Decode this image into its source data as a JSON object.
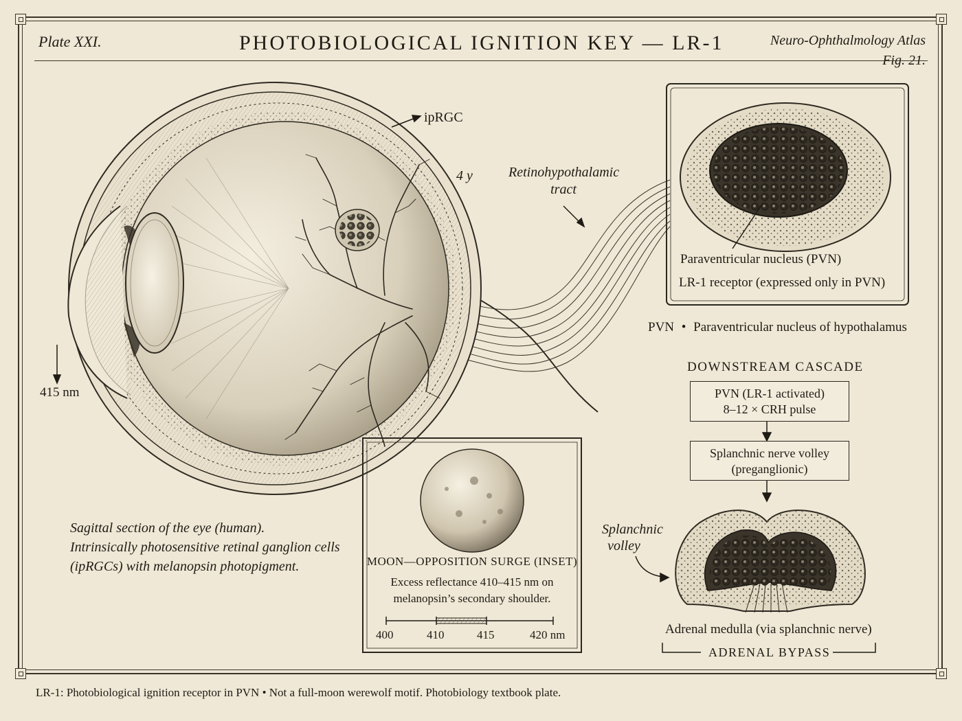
{
  "header": {
    "plate_label": "Plate XXI.",
    "title": "PHOTOBIOLOGICAL IGNITION KEY — LR-1",
    "atlas": "Neuro-Ophthalmology Atlas",
    "figure": "Fig. 21."
  },
  "eye": {
    "label_iprgc": "ipRGC",
    "label_symbol": "4 y",
    "label_tract": "Retinohypothalamic tract",
    "label_tract_line1": "Retinohypothalamic",
    "label_tract_line2": "tract",
    "label_wavelength": "415 nm",
    "caption_line1": "Sagittal section of the eye (human).",
    "caption_line2": "Intrinsically photosensitive retinal ganglion cells",
    "caption_line3": "(ipRGCs) with melanopsin photopigment."
  },
  "pvn_inset": {
    "label_nucleus": "Paraventricular nucleus (PVN)",
    "label_receptor": "LR-1 receptor (expressed only in PVN)",
    "legend_abbr": "PVN",
    "legend_bullet": "•",
    "legend_text": "Paraventricular nucleus of hypothalamus"
  },
  "cascade": {
    "heading": "DOWNSTREAM CASCADE",
    "box1_line1": "PVN (LR-1 activated)",
    "box1_line2": "8–12 × CRH pulse",
    "box2_line1": "Splanchnic nerve volley",
    "box2_line2": "(preganglionic)",
    "volley_line1": "Splanchnic",
    "volley_line2": "volley",
    "adrenal_label": "Adrenal medulla (via splanchnic nerve)",
    "bypass_label": "ADRENAL BYPASS"
  },
  "moon_inset": {
    "title": "MOON—OPPOSITION SURGE (INSET)",
    "text_line1": "Excess reflectance 410–415 nm on",
    "text_line2": "melanopsin’s secondary shoulder.",
    "scale_ticks": [
      "400",
      "410",
      "415",
      "420 nm"
    ]
  },
  "footer": {
    "text": "LR-1: Photobiological ignition receptor in PVN • Not a full-moon werewolf motif. Photobiology textbook plate."
  }
}
